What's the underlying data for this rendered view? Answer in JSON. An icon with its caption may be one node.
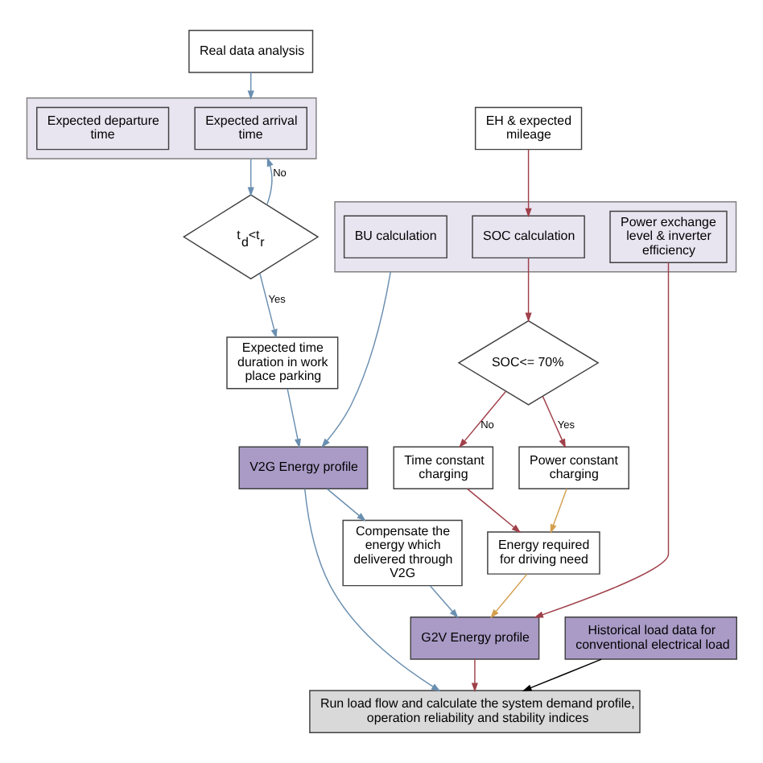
{
  "diagram": {
    "nodes": [
      {
        "text": [
          "Real data analysis"
        ]
      },
      {
        "text": [],
        "shape": "box"
      },
      {
        "text": [
          "Expected arrival time"
        ],
        "in": 1
      },
      {
        "text": [
          "Expected departure time"
        ],
        "in": 1
      },
      {
        "text": [
          "t$_{d}$<t$_{r}$"
        ]
      },
      {
        "text": [
          "Expected time duration in work place parking"
        ]
      },
      {
        "text": [
          "V2G Energy profile"
        ]
      },
      {
        "text": [],
        "shape": "box"
      },
      {
        "text": [
          "BU calculation"
        ],
        "in": 7
      },
      {
        "text": [
          "Power exchange level & inverter efficiency"
        ],
        "in": 7
      },
      {
        "text": [
          "SOC calculation"
        ],
        "in": 7
      },
      {
        "text": [
          "EH & expected mileage"
        ]
      },
      {
        "text": [
          "SOC<= 70%"
        ]
      },
      {
        "text": [
          "Time constant charging"
        ]
      },
      {
        "text": [
          "Power constant charging"
        ]
      },
      {
        "text": [
          "Energy required for driving need"
        ]
      },
      {
        "text": [
          "Compensate the energy which delivered through V2G"
        ]
      },
      {
        "text": [
          "G2V Energy profile"
        ]
      },
      {
        "text": [
          "Historical load data for conventional electrical load"
        ]
      },
      {
        "text": [
          "Run load flow and calculate the system demand profile, operation reliability and stability indices"
        ]
      }
    ],
    "edges": [
      {
        "from": 0,
        "to": 1,
        "arrow": "to"
      },
      {
        "from": 1,
        "to": 4,
        "arrow": "to"
      },
      {
        "from": 4,
        "to": 1,
        "arrow": "to",
        "label": "No"
      },
      {
        "from": 4,
        "to": 5,
        "arrow": "to",
        "label": "Yes"
      },
      {
        "from": 5,
        "to": 6,
        "arrow": "to"
      },
      {
        "from": 11,
        "to": 10,
        "arrow": "to",
        "color": "#a0404a"
      },
      {
        "from": 10,
        "to": 12,
        "arrow": "to",
        "color": "#a0404a"
      },
      {
        "from": 12,
        "to": 13,
        "arrow": "to",
        "label": "No",
        "color": "#a0404a"
      },
      {
        "from": 12,
        "to": 14,
        "arrow": "to",
        "label": "Yes",
        "color": "#a0404a"
      },
      {
        "from": 13,
        "to": 15,
        "arrow": "to",
        "color": "#a0404a"
      },
      {
        "from": 14,
        "to": 15,
        "arrow": "to",
        "color": "#d4a050"
      },
      {
        "from": 7,
        "to": 6,
        "arrow": "to"
      },
      {
        "from": 6,
        "to": 16,
        "arrow": "to"
      },
      {
        "from": 6,
        "to": 19,
        "arrow": "to"
      },
      {
        "from": 16,
        "to": 17,
        "arrow": "to"
      },
      {
        "from": 9,
        "to": 17,
        "arrow": "to",
        "color": "#a0404a"
      },
      {
        "from": 15,
        "to": 17,
        "arrow": "to",
        "color": "#d4a050"
      },
      {
        "from": 17,
        "to": 19,
        "arrow": "to",
        "color": "#a0404a"
      },
      {
        "from": 18,
        "to": 19,
        "arrow": "to",
        "color": "#000000"
      }
    ]
  }
}
